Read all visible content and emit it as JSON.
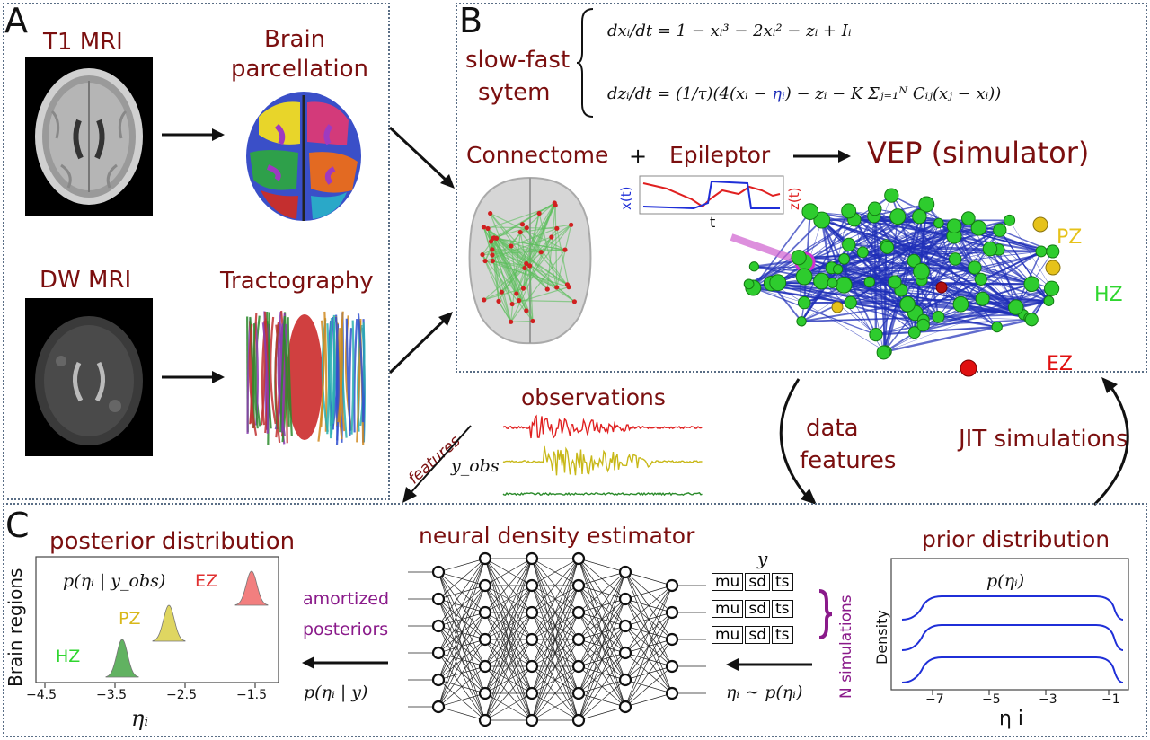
{
  "panelA": {
    "letter": "A",
    "t1_label": "T1 MRI",
    "parcellation_label_1": "Brain",
    "parcellation_label_2": "parcellation",
    "dw_label": "DW MRI",
    "tractography_label": "Tractography"
  },
  "panelB": {
    "letter": "B",
    "slowfast_1": "slow-fast",
    "slowfast_2": "sytem",
    "eq1": "dxᵢ/dt = 1 − xᵢ³ − 2xᵢ² − zᵢ + Iᵢ",
    "eq2_prefix": "dzᵢ/dt = (1/τ)(4(xᵢ − ",
    "eq2_eta": "ηᵢ",
    "eq2_suffix": ") − zᵢ − K Σⱼ₌₁ᴺ Cᵢⱼ(xⱼ − xᵢ))",
    "connectome_label": "Connectome",
    "plus": "+",
    "epileptor_label": "Epileptor",
    "vep_label": "VEP (simulator)",
    "epi_xlabel": "x(t)",
    "epi_zlabel": "z(t)",
    "epi_tlabel": "t",
    "pz_label": "PZ",
    "hz_label": "HZ",
    "ez_label": "EZ"
  },
  "middle": {
    "observations_label": "observations",
    "features_label": "features",
    "yobs_label": "y_obs",
    "data_features_1": "data",
    "data_features_2": "features",
    "jit_label": "JIT simulations"
  },
  "panelC": {
    "letter": "C",
    "posterior_title": "posterior distribution",
    "posterior_formula": "p(ηᵢ | y_obs)",
    "ylabel": "Brain regions",
    "xlabel": "ηᵢ",
    "xticks": [
      "−4.5",
      "−3.5",
      "−2.5",
      "−1.5"
    ],
    "ez": "EZ",
    "pz": "PZ",
    "hz": "HZ",
    "amortized_1": "amortized",
    "amortized_2": "posteriors",
    "p_eta_y": "p(ηᵢ | y)",
    "nde_title": "neural density estimator",
    "y_label": "y",
    "feature_boxes": [
      "mu",
      "sd",
      "ts"
    ],
    "n_simulations": "N simulations",
    "eta_sample": "ηᵢ ∼ p(ηᵢ)",
    "prior_title": "prior distribution",
    "prior_formula": "p(ηᵢ)",
    "prior_ylabel": "Density",
    "prior_xticks": [
      "−7",
      "−5",
      "−3",
      "−1"
    ],
    "prior_xlabel": "η i"
  },
  "colors": {
    "maroon": "#7b0f0f",
    "panel_border": "#5a6e86",
    "purple": "#8a1a8a",
    "network_blue": "#1f2fb8",
    "node_green": "#2ecc2e",
    "ez_red": "#e01010",
    "pz_yellow": "#e6c21a",
    "hz_green": "#2fd62f"
  }
}
